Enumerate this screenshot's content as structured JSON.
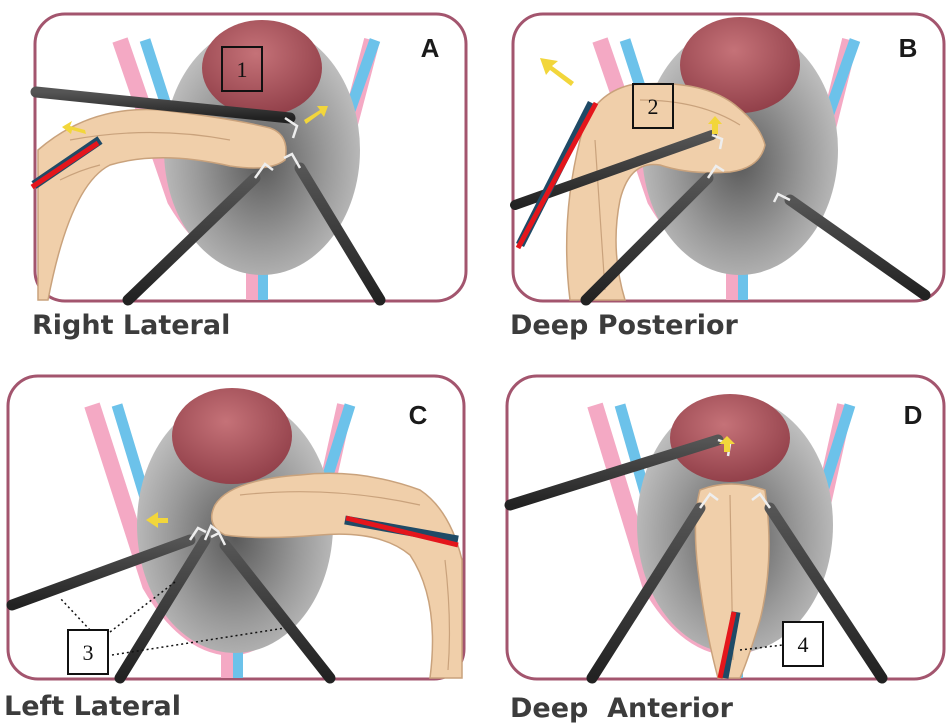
{
  "panels": [
    {
      "letter": "A",
      "caption": "Right Lateral",
      "number": "1"
    },
    {
      "letter": "B",
      "caption": "Deep Posterior",
      "number": "2"
    },
    {
      "letter": "C",
      "caption": "Left Lateral",
      "number": "3"
    },
    {
      "letter": "D",
      "caption": "Deep  Anterior",
      "number": "4"
    }
  ],
  "colors": {
    "frame": "#a3556e",
    "pink_vessel": "#f4a9c4",
    "blue_vessel": "#6cc2ea",
    "bladder": "#a8505a",
    "pelvis": "#bdbdbd",
    "colon": "#f0cfaa",
    "instrument": "#3b3b3b",
    "resection_line": "#e4161c",
    "arrow": "#f2d63b"
  }
}
